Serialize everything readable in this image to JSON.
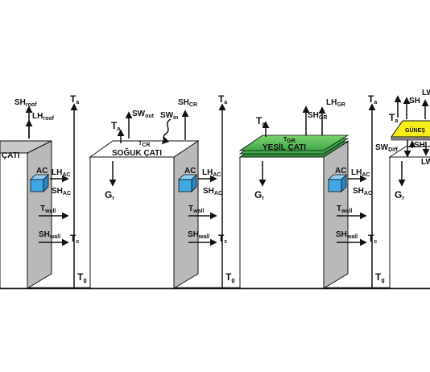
{
  "panels": {
    "p1": {
      "roof_label": "ÇATI",
      "flux_top_1": {
        "base": "SH",
        "sub": "roof"
      },
      "flux_top_2": {
        "base": "LH",
        "sub": "roof"
      },
      "ac": "AC",
      "lh_ac": {
        "base": "LH",
        "sub": "AC"
      },
      "sh_ac": {
        "base": "SH",
        "sub": "AC"
      },
      "t_wall": {
        "base": "T",
        "sub": "wall"
      },
      "sh_wall": {
        "base": "SH",
        "sub": "wall"
      },
      "ta": {
        "base": "T",
        "sub": "a"
      },
      "tc": {
        "base": "T",
        "sub": "c"
      },
      "tg": {
        "base": "T",
        "sub": "g"
      }
    },
    "p2": {
      "roof_label": "SOĞUK ÇATI",
      "roof_temp": {
        "base": "T",
        "sub": "CR"
      },
      "ta_roof": {
        "base": "T",
        "sub": "a"
      },
      "sw_out": {
        "base": "SW",
        "sub": "out"
      },
      "sw_in": {
        "base": "SW",
        "sub": "in"
      },
      "sh_cr": {
        "base": "SH",
        "sub": "CR"
      },
      "gr": {
        "base": "G",
        "sub": "r"
      },
      "ac": "AC",
      "lh_ac": {
        "base": "LH",
        "sub": "AC"
      },
      "sh_ac": {
        "base": "SH",
        "sub": "AC"
      },
      "t_wall": {
        "base": "T",
        "sub": "wall"
      },
      "sh_wall": {
        "base": "SH",
        "sub": "wall"
      },
      "ta": {
        "base": "T",
        "sub": "a"
      },
      "tc": {
        "base": "T",
        "sub": "c"
      },
      "tg": {
        "base": "T",
        "sub": "g"
      }
    },
    "p3": {
      "roof_label": "YEŞİL ÇATI",
      "roof_temp": {
        "base": "T",
        "sub": "GR"
      },
      "ta_roof": {
        "base": "T",
        "sub": "a"
      },
      "sh_gr": {
        "base": "SH",
        "sub": "GR"
      },
      "lh_gr": {
        "base": "LH",
        "sub": "GR"
      },
      "gr": {
        "base": "G",
        "sub": "r"
      },
      "ac": "AC",
      "lh_ac": {
        "base": "LH",
        "sub": "AC"
      },
      "sh_ac": {
        "base": "SH",
        "sub": "AC"
      },
      "t_wall": {
        "base": "T",
        "sub": "wall"
      },
      "sh_wall": {
        "base": "SH",
        "sub": "wall"
      },
      "ta": {
        "base": "T",
        "sub": "a"
      },
      "tc": {
        "base": "T",
        "sub": "c"
      },
      "tg": {
        "base": "T",
        "sub": "g"
      }
    },
    "p4": {
      "panel_label": "GÜNEŞ",
      "ta": {
        "base": "T",
        "sub": "a"
      },
      "sh_top": {
        "base": "SH",
        "sub": ""
      },
      "lw_top": {
        "base": "LW",
        "sub": ""
      },
      "sw_diff": {
        "base": "SW",
        "sub": "Diff"
      },
      "sh_mid": {
        "base": "SH",
        "sub": ""
      },
      "lw_bot": {
        "base": "LW",
        "sub": ""
      },
      "gr": {
        "base": "G",
        "sub": "r"
      }
    }
  },
  "colors": {
    "wall": "#c8c8c8",
    "wall_shadow": "#a9a9a9",
    "ac_box": "#3ea8e5",
    "green_roof": "#5cc15a",
    "green_roof_dark": "#2f8f3a",
    "solar_panel": "#f5ee1a",
    "line": "#111111"
  }
}
